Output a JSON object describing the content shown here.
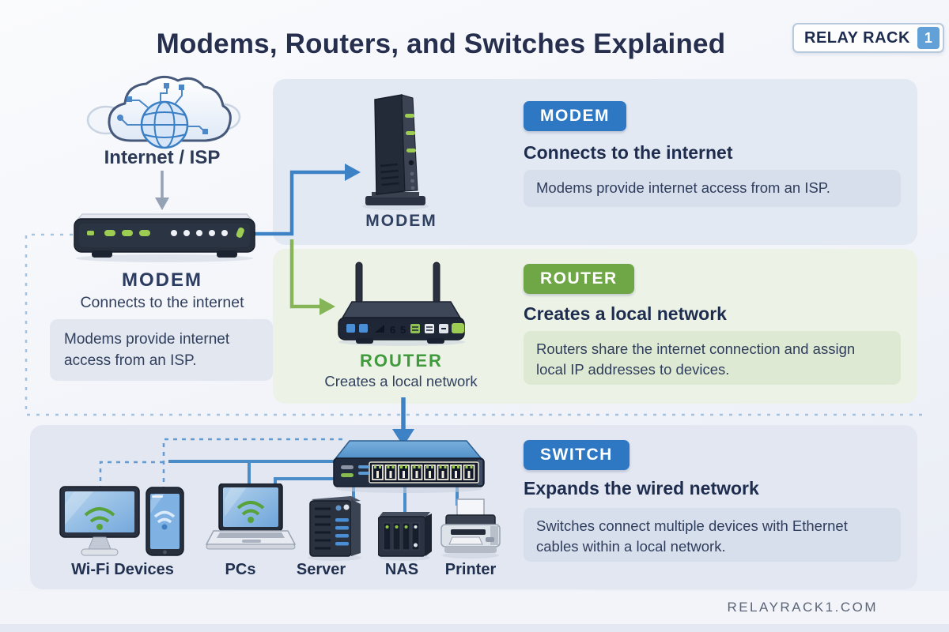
{
  "title": "Modems, Routers, and Switches Explained",
  "brand": {
    "name": "RELAY RACK",
    "badge_number": "1"
  },
  "internet": {
    "label": "Internet / ISP"
  },
  "left_modem": {
    "name": "MODEM",
    "tagline": "Connects to the internet",
    "note": "Modems provide internet access from an ISP."
  },
  "sections": {
    "modem": {
      "badge": "MODEM",
      "device_label": "MODEM",
      "heading": "Connects to the internet",
      "description": "Modems provide internet access from an ISP."
    },
    "router": {
      "badge": "ROUTER",
      "device_label": "ROUTER",
      "device_tagline": "Creates a local network",
      "heading": "Creates a local network",
      "description": "Routers share the internet connection and assign local IP addresses to devices."
    },
    "switch": {
      "badge": "SWITCH",
      "heading": "Expands the wired network",
      "description": "Switches connect multiple devices with Ethernet cables within a local network."
    }
  },
  "connected_devices": [
    {
      "label": "Wi-Fi Devices"
    },
    {
      "label": "PCs"
    },
    {
      "label": "Server"
    },
    {
      "label": "NAS"
    },
    {
      "label": "Printer"
    }
  ],
  "footer": {
    "website": "RELAYRACK1.COM"
  },
  "colors": {
    "badge_blue": "#2e78c3",
    "badge_green": "#6fa746",
    "arrow_blue": "#3e82c6",
    "arrow_green": "#85b557",
    "dashed_line": "#a5c2e0",
    "navy_text": "#1e2d4e",
    "led_green": "#9ccd52"
  },
  "icons": {
    "internet": "cloud-globe-icon",
    "left_modem": "modem-horizontal-icon",
    "tower_modem": "modem-tower-icon",
    "router": "wireless-router-icon",
    "switch": "network-switch-icon",
    "monitor": "desktop-wifi-icon",
    "tablet": "tablet-wifi-icon",
    "laptop": "laptop-wifi-icon",
    "server": "server-tower-icon",
    "nas": "nas-icon",
    "printer": "printer-icon"
  }
}
